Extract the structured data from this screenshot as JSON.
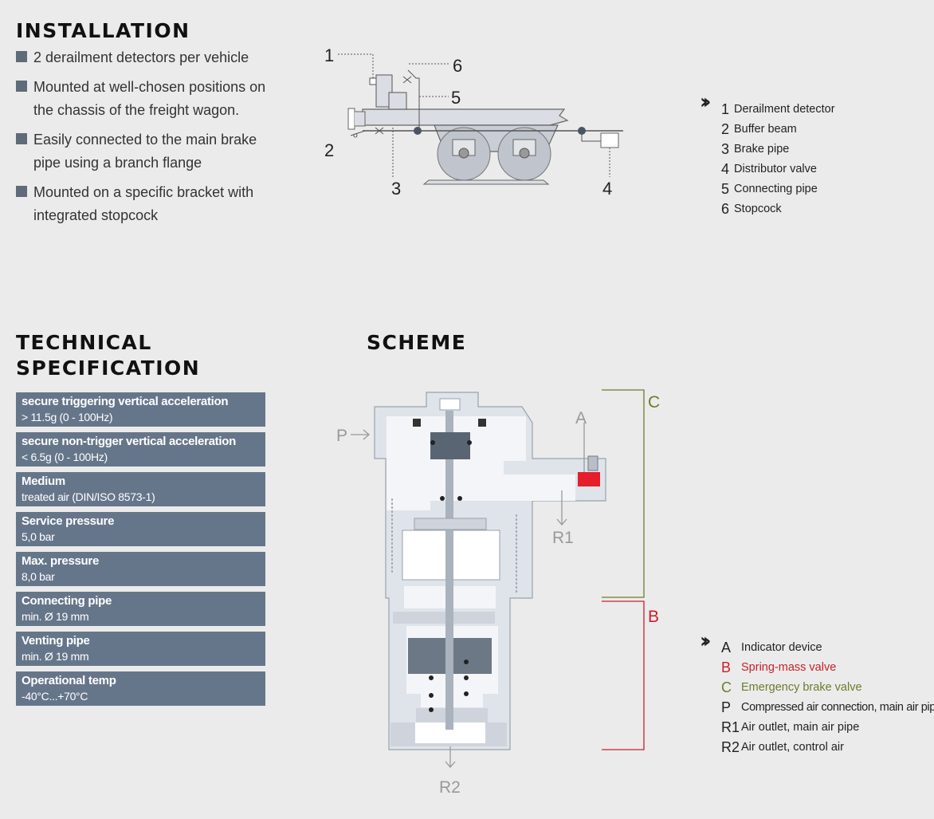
{
  "installation": {
    "heading": "INSTALLATION",
    "bullets": [
      "2 derailment detectors per vehicle",
      "Mounted at well-chosen positions on the chassis of the freight wagon.",
      "Easily connected to the main brake pipe using a branch flange",
      "Mounted on a specific bracket with integrated stopcock"
    ],
    "diagram_labels": [
      "1",
      "6",
      "5",
      "2",
      "3",
      "4"
    ],
    "legend": [
      {
        "key": "1",
        "text": "Derailment detector"
      },
      {
        "key": "2",
        "text": "Buffer beam"
      },
      {
        "key": "3",
        "text": "Brake pipe"
      },
      {
        "key": "4",
        "text": "Distributor valve"
      },
      {
        "key": "5",
        "text": "Connecting pipe"
      },
      {
        "key": "6",
        "text": "Stopcock"
      }
    ]
  },
  "technical": {
    "heading_line1": "TECHNICAL",
    "heading_line2": "SPECIFICATION",
    "specs": [
      {
        "title": "secure triggering vertical acceleration",
        "value": "> 11.5g (0 - 100Hz)"
      },
      {
        "title": "secure non-trigger vertical acceleration",
        "value": "< 6.5g (0 - 100Hz)"
      },
      {
        "title": "Medium",
        "value": "treated air (DIN/ISO 8573-1)"
      },
      {
        "title": "Service pressure",
        "value": "5,0 bar"
      },
      {
        "title": "Max. pressure",
        "value": "8,0 bar"
      },
      {
        "title": "Connecting pipe",
        "value": "min. Ø 19 mm"
      },
      {
        "title": "Venting pipe",
        "value": "min. Ø 19 mm"
      },
      {
        "title": "Operational temp",
        "value": "-40°C...+70°C"
      }
    ]
  },
  "scheme": {
    "heading": "SCHEME",
    "labels": {
      "p": "P",
      "a": "A",
      "r1": "R1",
      "r2": "R2",
      "c": "C",
      "b": "B"
    },
    "legend": [
      {
        "key": "A",
        "text": "Indicator device",
        "color": "#222222"
      },
      {
        "key": "B",
        "text": "Spring-mass valve",
        "color": "#c8202c"
      },
      {
        "key": "C",
        "text": "Emergency brake valve",
        "color": "#6b7d2a"
      },
      {
        "key": "P",
        "text": "Compressed air connection, main air pipe",
        "color": "#222222"
      },
      {
        "key": "R1",
        "text": "Air outlet, main air pipe",
        "color": "#222222"
      },
      {
        "key": "R2",
        "text": "Air outlet, control air",
        "color": "#222222"
      }
    ]
  },
  "colors": {
    "spec_bg": "#66768a",
    "bullet": "#5f6b7a",
    "b_red": "#c8202c",
    "c_green": "#6b7d2a"
  }
}
